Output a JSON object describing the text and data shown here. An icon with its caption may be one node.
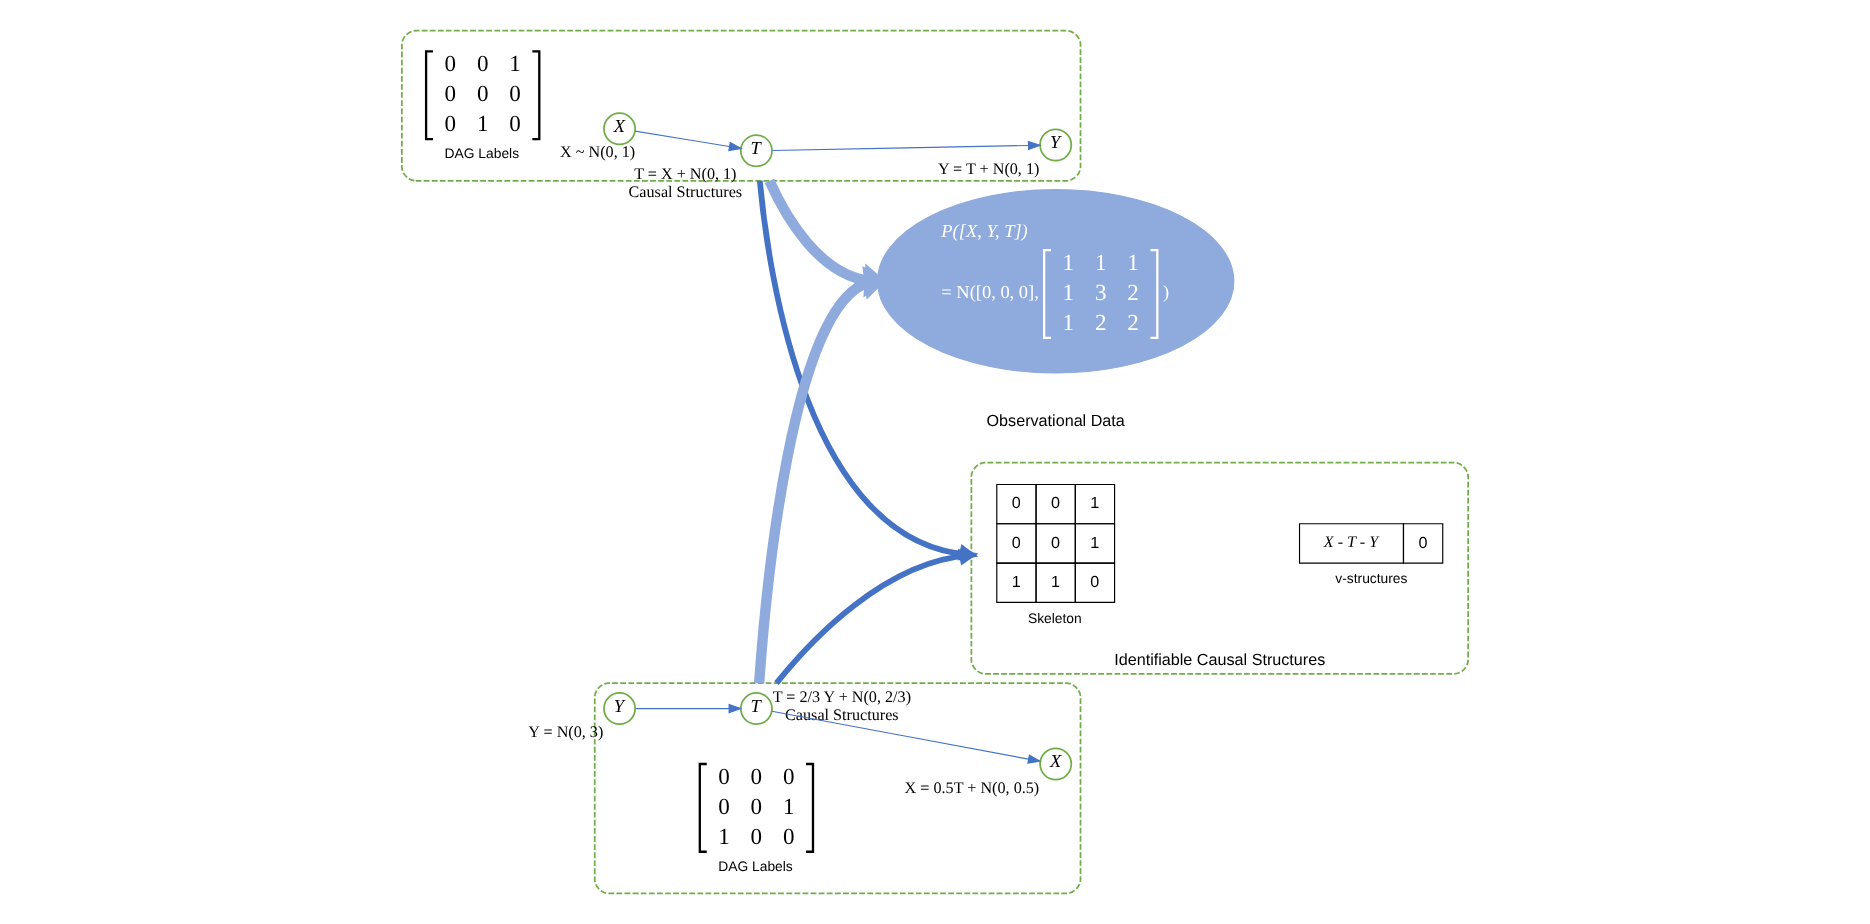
{
  "diagram": {
    "nodes": [
      {
        "text": [],
        "shape": "box"
      },
      {
        "text": [
          "0",
          "0",
          "1",
          "0",
          "0",
          "0",
          "0",
          "1",
          "0",
          "DAG Labels"
        ],
        "in": 0
      },
      {
        "text": [
          "X"
        ],
        "in": 0,
        "beside": [
          "X ~ N(0, 1)"
        ]
      },
      {
        "text": [
          "Y"
        ],
        "in": 0,
        "beside": [
          "Y = T + N(0, 1)"
        ]
      },
      {
        "text": [
          "T"
        ],
        "in": 0,
        "beside": [
          "T = X + N(0, 1)",
          "Causal Structures"
        ]
      },
      {
        "text": [],
        "shape": "box"
      },
      {
        "text": [
          "0",
          "0",
          "0",
          "0",
          "0",
          "1",
          "1",
          "0",
          "0",
          "DAG Labels"
        ],
        "in": 5
      },
      {
        "text": [
          "X"
        ],
        "in": 5,
        "beside": [
          "X = 0.5T + N(0, 0.5)"
        ]
      },
      {
        "text": [
          "Y"
        ],
        "in": 5,
        "beside": [
          "Y = N(0, 3)"
        ]
      },
      {
        "text": [
          "T"
        ],
        "in": 5,
        "beside": [
          "T = 2/3 Y + N(0, 2/3)",
          "Causal Structures"
        ]
      },
      {
        "text": [
          "P([X, Y, T])",
          "= N([0, 0, 0],",
          "1",
          "1",
          "1",
          "1",
          "3",
          "2",
          "1",
          "2",
          "2",
          ")"
        ],
        "beside": [
          "Observational Data"
        ]
      },
      {
        "text": [
          "Identifiable Causal Structures"
        ]
      },
      {
        "text": [
          "0",
          "0",
          "1",
          "0",
          "0",
          "1",
          "1",
          "1",
          "0"
        ],
        "in": 11,
        "beside": [
          "Skeleton"
        ]
      },
      {
        "text": [
          "X - T - Y",
          "0"
        ],
        "in": 11,
        "beside": [
          "v-structures"
        ]
      }
    ],
    "edges": [
      {
        "from": 2,
        "to": 4,
        "arrow": "to"
      },
      {
        "from": 4,
        "to": 3,
        "arrow": "to"
      },
      {
        "from": 9,
        "to": 7,
        "arrow": "to"
      },
      {
        "from": 8,
        "to": 9,
        "arrow": "to"
      },
      {
        "from": 0,
        "to": 10,
        "arrow": "to",
        "style": "thick",
        "color": "#8faadc"
      },
      {
        "from": 5,
        "to": 10,
        "arrow": "to",
        "style": "thick",
        "color": "#8faadc"
      },
      {
        "from": 0,
        "to": 11,
        "arrow": "to",
        "style": "thick"
      },
      {
        "from": 5,
        "to": 11,
        "arrow": "to",
        "style": "thick"
      }
    ]
  }
}
